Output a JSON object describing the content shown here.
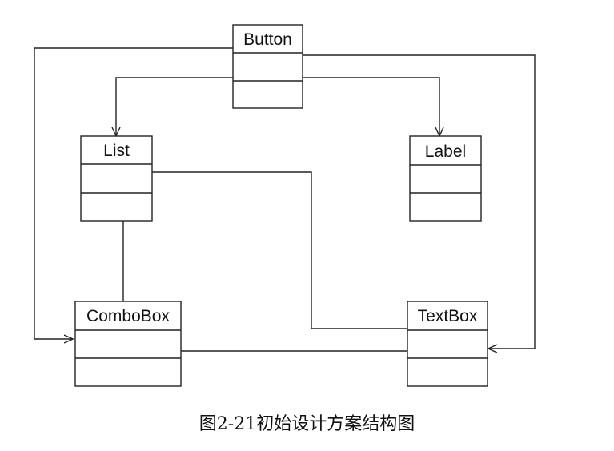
{
  "classes": {
    "button": "Button",
    "list": "List",
    "label": "Label",
    "combobox": "ComboBox",
    "textbox": "TextBox"
  },
  "caption": "图2-21初始设计方案结构图"
}
